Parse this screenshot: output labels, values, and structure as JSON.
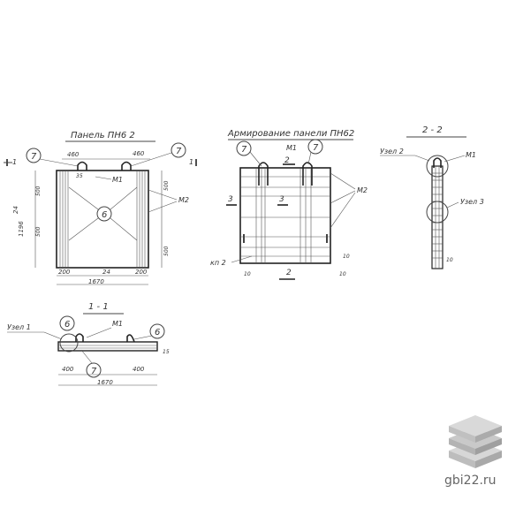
{
  "titles": {
    "panel": "Панель ПН6 2",
    "reinforcement": "Армирование панели ПН62",
    "section_22": "2 - 2",
    "section_11": "1 - 1"
  },
  "callouts": {
    "c7": "7",
    "c6": "6",
    "m1": "М1",
    "m2": "М2",
    "kp2": "кп 2",
    "uzel1": "Узел 1",
    "uzel2": "Узел 2",
    "uzel3": "Узел 3",
    "cut1": "1",
    "cut2": "2",
    "cut3": "3"
  },
  "dims": {
    "d460": "460",
    "d400": "400",
    "d200": "200",
    "d1670": "1670",
    "d1196": "1196",
    "d500": "500",
    "d35": "35",
    "d10": "10",
    "d15": "15",
    "d24": "24"
  },
  "watermark": {
    "site": "gbi22.ru",
    "colors": {
      "top": "#c9c9c9",
      "mid": "#b3b3b3",
      "bottom": "#d7d7d7"
    }
  }
}
